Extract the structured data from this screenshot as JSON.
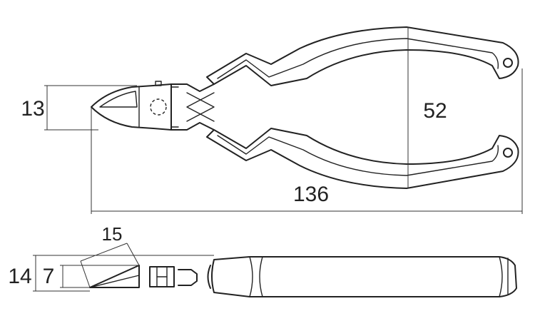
{
  "dimensions": {
    "jaw_height": "13",
    "handle_spread": "52",
    "overall_length": "136",
    "blade_angle": "15",
    "side_thickness": "14",
    "jaw_thickness": "7"
  }
}
